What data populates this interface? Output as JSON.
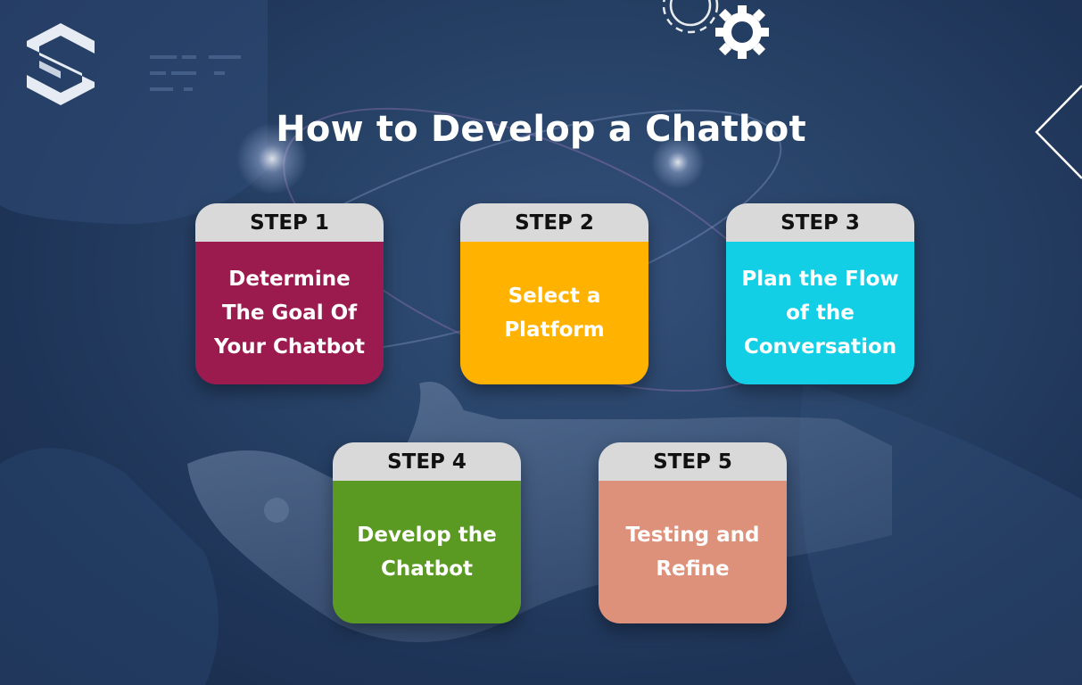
{
  "title": "How to Develop a Chatbot",
  "colors": {
    "background": "#243d62",
    "step_header": "#d9d9d9",
    "step_1": "#9b1b4f",
    "step_2": "#ffb200",
    "step_3": "#12cfe6",
    "step_4": "#5a9a22",
    "step_5": "#de917a"
  },
  "icons": [
    "logo-icon",
    "gear-icon",
    "chevron-icon"
  ],
  "steps": [
    {
      "label": "STEP 1",
      "text": "Determine The Goal Of Your Chatbot"
    },
    {
      "label": "STEP 2",
      "text": "Select a Platform"
    },
    {
      "label": "STEP 3",
      "text": "Plan the Flow of the Conversation"
    },
    {
      "label": "STEP 4",
      "text": "Develop the Chatbot"
    },
    {
      "label": "STEP 5",
      "text": "Testing and Refine"
    }
  ]
}
